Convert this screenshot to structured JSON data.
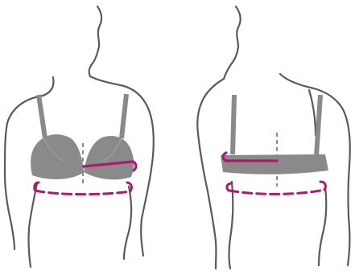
{
  "figures": [
    {
      "view": "front"
    },
    {
      "view": "back"
    }
  ],
  "colors": {
    "outline": "#5a5a5a",
    "garment": "#8a8a8a",
    "measure": "#b0186d",
    "guide": "#8a8a8a",
    "background": "#ffffff"
  },
  "icons": {
    "body_front": "body-outline-front-icon",
    "body_back": "body-outline-back-icon",
    "bra": "bra-icon",
    "bust_line": "bust-measurement-line",
    "underbust_loop": "underbust-measurement-loop"
  }
}
